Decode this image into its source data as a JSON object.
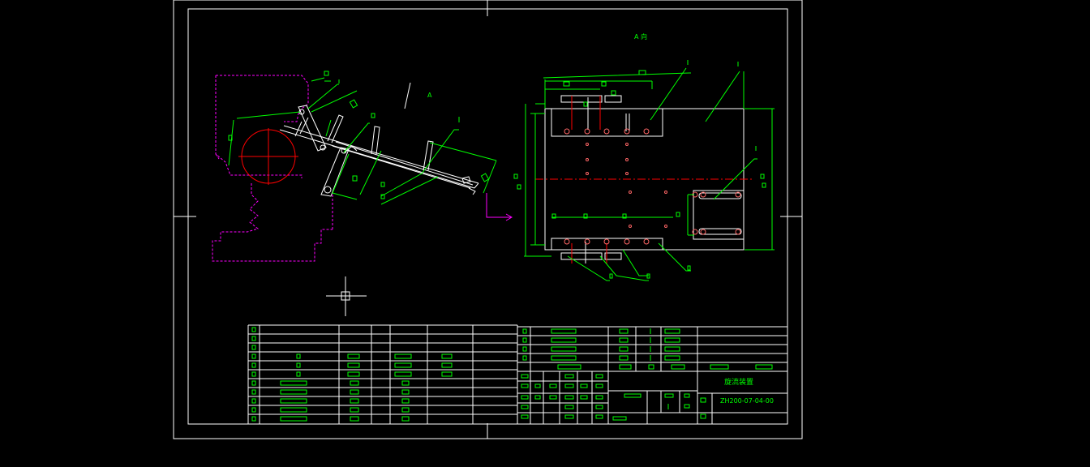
{
  "drawing": {
    "view_label": "A 向",
    "arrow_label": "A",
    "title_text": "旋流装置",
    "drawing_number": "ZH200-07-04-00"
  },
  "colors": {
    "background": "#000000",
    "frame": "#ffffff",
    "dimension": "#00ff00",
    "centerline": "#ff0000",
    "hidden": "#ff00ff",
    "part": "#ffffff"
  }
}
